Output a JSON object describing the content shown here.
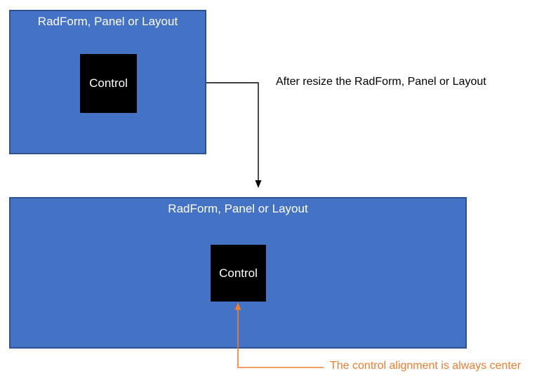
{
  "colors": {
    "panel_fill": "#4472C4",
    "panel_border": "#2F528F",
    "control_fill": "#000000",
    "control_text": "#FFFFFF",
    "panel_title_text": "#FFFFFF",
    "connector_black": "#000000",
    "connector_orange": "#ED7D31",
    "annotation_black_text": "#000000",
    "annotation_orange_text": "#ED7D31",
    "background": "#FFFFFF"
  },
  "diagram": {
    "before_panel": {
      "title": "RadForm, Panel or Layout",
      "control_label": "Control"
    },
    "after_panel": {
      "title": "RadForm, Panel or Layout",
      "control_label": "Control"
    },
    "resize_annotation": "After resize the RadForm, Panel or Layout",
    "alignment_annotation": "The control alignment is always center"
  }
}
